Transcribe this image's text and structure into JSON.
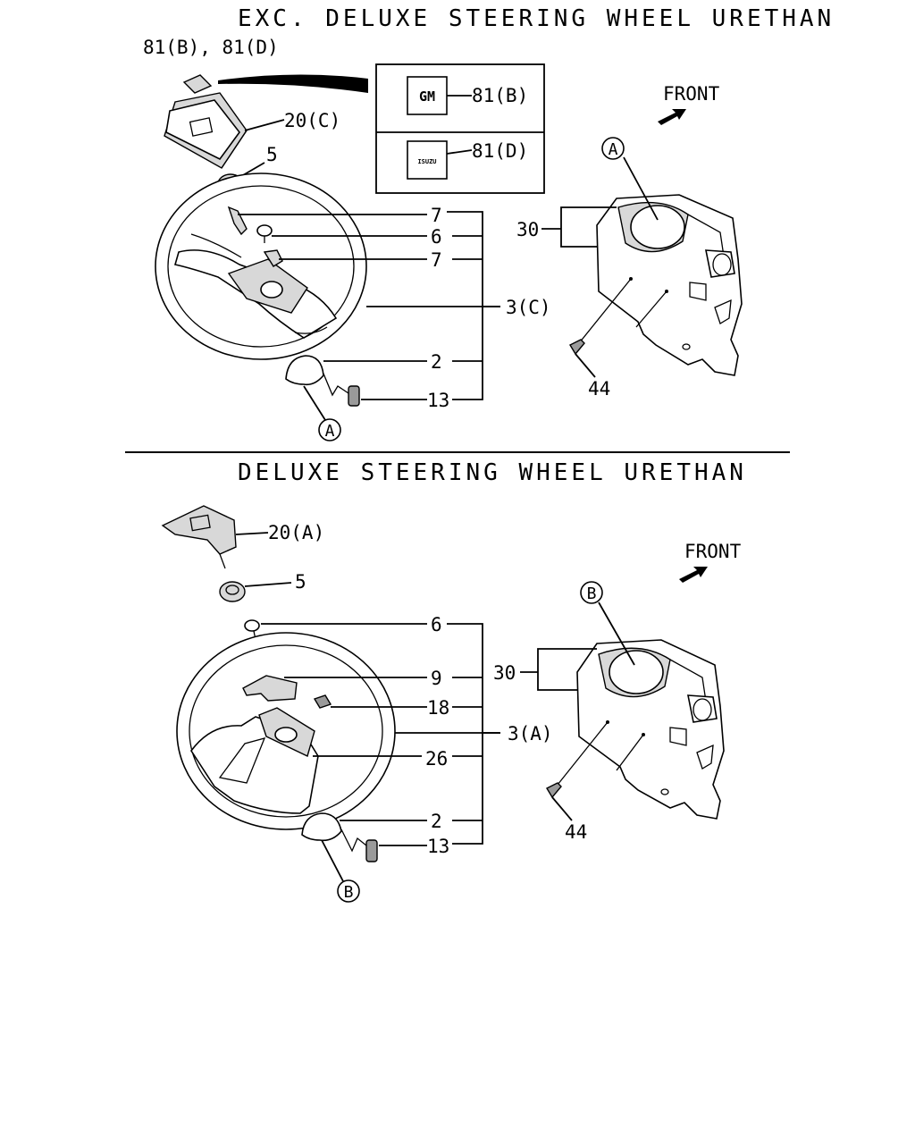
{
  "sections": [
    {
      "title": "EXC. DELUXE STEERING WHEEL URETHAN",
      "front_label": "FRONT",
      "labels": {
        "emblems_ref": "81(B), 81(D)",
        "pad": "20(C)",
        "nut": "5",
        "clip_upper": "7",
        "screw": "6",
        "clip_lower": "7",
        "wheel": "3(C)",
        "ring": "2",
        "bolt": "13",
        "cover": "30",
        "tapping_screw": "44",
        "ref_circle_wheel": "A",
        "ref_circle_cover": "A"
      },
      "inset": {
        "emblem_b_label": "81(B)",
        "emblem_d_label": "81(D)",
        "emblem_b_text": "GM",
        "emblem_d_text": "ISUZU"
      }
    },
    {
      "title": "DELUXE STEERING WHEEL URETHAN",
      "front_label": "FRONT",
      "labels": {
        "pad": "20(A)",
        "nut": "5",
        "screw": "6",
        "bracket": "9",
        "switch": "18",
        "wheel": "3(A)",
        "horn_plate": "26",
        "ring": "2",
        "bolt": "13",
        "cover": "30",
        "tapping_screw": "44",
        "ref_circle_wheel": "B",
        "ref_circle_cover": "B"
      }
    }
  ]
}
